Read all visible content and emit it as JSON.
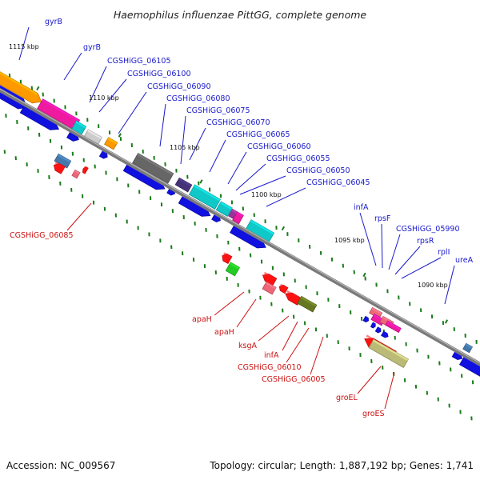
{
  "title": "Haemophilus influenzae PittGG, complete genome",
  "footer": {
    "accession": "Accession: NC_009567",
    "summary": "Topology: circular; Length: 1,887,192 bp; Genes: 1,741"
  },
  "colors": {
    "backbone": "#7a7a7a",
    "forward_label": "#1a1acc",
    "reverse_label": "#cc1111",
    "cds": "#1010e0",
    "tick": "#1a7a1a"
  },
  "scale_labels": [
    "1115 kbp",
    "1110 kbp",
    "1105 kbp",
    "1100 kbp",
    "1095 kbp",
    "1090 kbp"
  ],
  "forward_labels": [
    "gyrB",
    "gyrB",
    "CGSHiGG_06105",
    "CGSHiGG_06100",
    "CGSHiGG_06090",
    "CGSHiGG_06080",
    "CGSHiGG_06075",
    "CGSHiGG_06070",
    "CGSHiGG_06065",
    "CGSHiGG_06060",
    "CGSHiGG_06055",
    "CGSHiGG_06050",
    "CGSHiGG_06045",
    "infA",
    "rpsF",
    "CGSHiGG_05990",
    "rpsR",
    "rplI",
    "ureA"
  ],
  "reverse_labels": [
    "CGSHiGG_06085",
    "apaH",
    "apaH",
    "ksgA",
    "infA",
    "CGSHiGG_06010",
    "CGSHiGG_06005",
    "groEL",
    "groES"
  ]
}
